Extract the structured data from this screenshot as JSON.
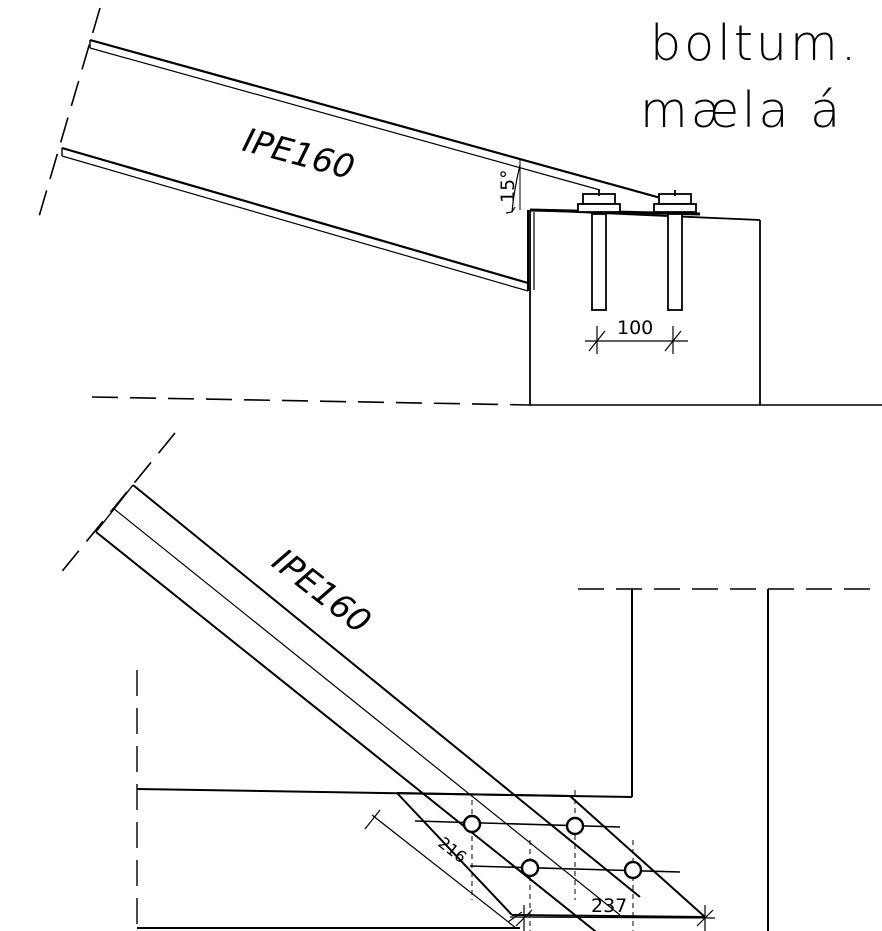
{
  "note": {
    "line1": "boltum.",
    "line2": "mæla á"
  },
  "elevation": {
    "profile_label": "IPE160",
    "angle_label": "15°",
    "bolt_spacing_label": "100"
  },
  "plan": {
    "profile_label": "IPE160",
    "plate_width_label": "216",
    "plate_length_label": "237"
  }
}
